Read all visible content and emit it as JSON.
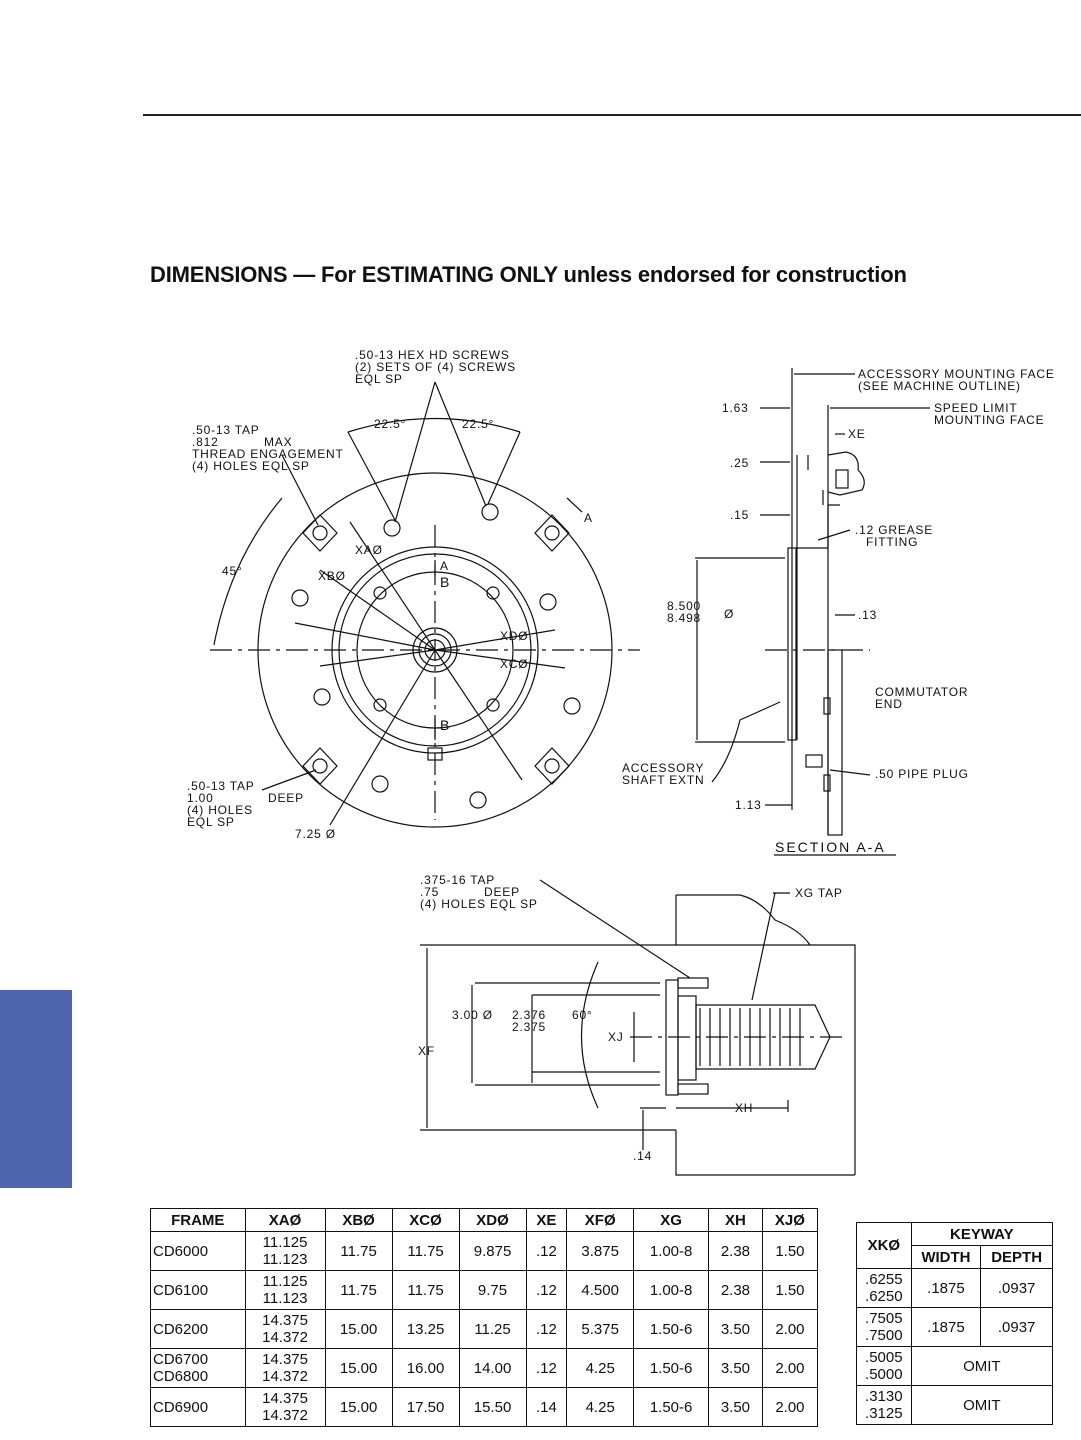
{
  "heading": "DIMENSIONS — For ESTIMATING ONLY unless endorsed for construction",
  "colors": {
    "side_tab": "#4e65ad",
    "ink": "#111111"
  },
  "front_view": {
    "screws_note": [
      ".50-13 HEX HD SCREWS",
      "(2) SETS OF (4) SCREWS",
      "EQL SP"
    ],
    "angle_left": "22.5°",
    "angle_right": "22.5°",
    "tap_note_top": [
      ".50-13 TAP",
      ".812",
      "MAX",
      "THREAD ENGAGEMENT",
      "(4) HOLES EQL SP"
    ],
    "angle_45": "45°",
    "section_mark": "A",
    "section_mark_small": "A",
    "b_top": "B",
    "b_bottom": "B",
    "xa": "XAØ",
    "xb": "XBØ",
    "xd": "XDØ",
    "xc": "XCØ",
    "tap_note_bottom": [
      ".50-13 TAP",
      "1.00",
      "DEEP",
      "(4) HOLES",
      "EQL SP"
    ],
    "dia_725": "7.25 Ø"
  },
  "section_view": {
    "accessory_face": [
      "ACCESSORY MOUNTING FACE",
      "(SEE MACHINE OUTLINE)"
    ],
    "speed_limit_face": [
      "SPEED LIMIT",
      "MOUNTING FACE"
    ],
    "dim_163": "1.63",
    "xe": "XE",
    "dim_25": ".25",
    "dim_15": ".15",
    "grease": [
      ".12 GREASE",
      "FITTING"
    ],
    "dia_top": "8.500",
    "dia_bot": "8.498",
    "dia_sym": "Ø",
    "dim_13": ".13",
    "commutator": [
      "COMMUTATOR",
      "END"
    ],
    "shaft_extn": [
      "ACCESSORY",
      "SHAFT EXTN"
    ],
    "pipe_plug": ".50 PIPE PLUG",
    "dim_113": "1.13",
    "title": "SECTION A-A"
  },
  "detail_view": {
    "tap_note": [
      ".375-16 TAP",
      ".75",
      "DEEP",
      "(4) HOLES EQL SP"
    ],
    "xg_tap": "XG TAP",
    "dia_300": "3.00 Ø",
    "dim_2376": "2.376",
    "dim_2375": "2.375",
    "angle_60": "60°",
    "xj": "XJ",
    "xf": "XF",
    "xh": "XH",
    "dim_14": ".14"
  },
  "frame_table": {
    "headers": [
      "FRAME",
      "XAØ",
      "XBØ",
      "XCØ",
      "XDØ",
      "XE",
      "XFØ",
      "XG",
      "XH",
      "XJØ"
    ],
    "rows": [
      {
        "frame": [
          "CD6000"
        ],
        "xa": [
          "11.125",
          "11.123"
        ],
        "xb": "11.75",
        "xc": "11.75",
        "xd": "9.875",
        "xe": ".12",
        "xf": "3.875",
        "xg": "1.00-8",
        "xh": "2.38",
        "xj": "1.50"
      },
      {
        "frame": [
          "CD6100"
        ],
        "xa": [
          "11.125",
          "11.123"
        ],
        "xb": "11.75",
        "xc": "11.75",
        "xd": "9.75",
        "xe": ".12",
        "xf": "4.500",
        "xg": "1.00-8",
        "xh": "2.38",
        "xj": "1.50"
      },
      {
        "frame": [
          "CD6200"
        ],
        "xa": [
          "14.375",
          "14.372"
        ],
        "xb": "15.00",
        "xc": "13.25",
        "xd": "11.25",
        "xe": ".12",
        "xf": "5.375",
        "xg": "1.50-6",
        "xh": "3.50",
        "xj": "2.00"
      },
      {
        "frame": [
          "CD6700",
          "CD6800"
        ],
        "xa": [
          "14.375",
          "14.372"
        ],
        "xb": "15.00",
        "xc": "16.00",
        "xd": "14.00",
        "xe": ".12",
        "xf": "4.25",
        "xg": "1.50-6",
        "xh": "3.50",
        "xj": "2.00"
      },
      {
        "frame": [
          "CD6900"
        ],
        "xa": [
          "14.375",
          "14.372"
        ],
        "xb": "15.00",
        "xc": "17.50",
        "xd": "15.50",
        "xe": ".14",
        "xf": "4.25",
        "xg": "1.50-6",
        "xh": "3.50",
        "xj": "2.00"
      }
    ]
  },
  "keyway_table": {
    "xk_header": "XKØ",
    "keyway_header": "KEYWAY",
    "width_header": "WIDTH",
    "depth_header": "DEPTH",
    "rows": [
      {
        "xk": [
          ".6255",
          ".6250"
        ],
        "width": ".1875",
        "depth": ".0937"
      },
      {
        "xk": [
          ".7505",
          ".7500"
        ],
        "width": ".1875",
        "depth": ".0937"
      },
      {
        "xk": [
          ".5005",
          ".5000"
        ],
        "omit": "OMIT"
      },
      {
        "xk": [
          ".3130",
          ".3125"
        ],
        "omit": "OMIT"
      }
    ]
  }
}
